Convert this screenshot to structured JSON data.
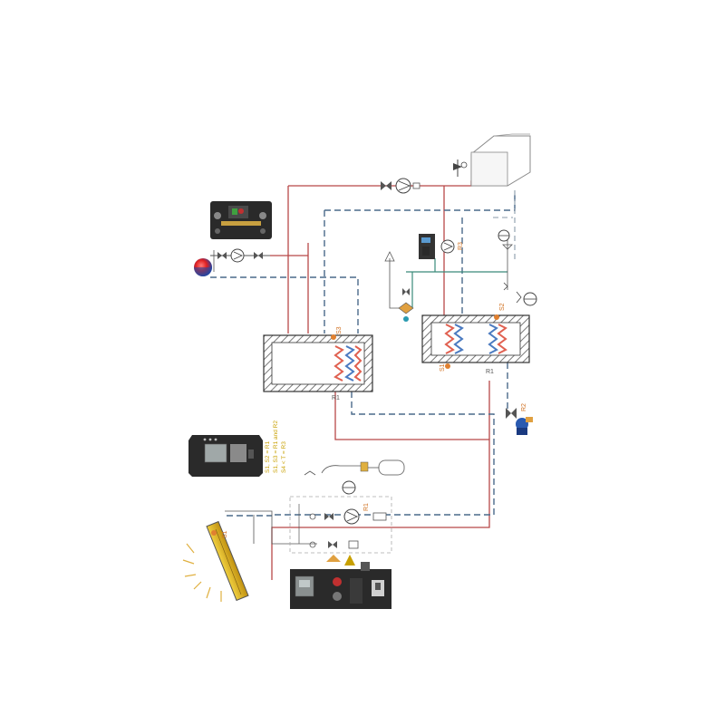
{
  "colors": {
    "hot_pipe": "#b84848",
    "cold_pipe": "#4a6a8a",
    "green_pipe": "#3a8a7a",
    "sensor": "#e08030",
    "coil_red": "#e06050",
    "coil_blue": "#4a7ac0",
    "hatch": "#777777",
    "panel_dark": "#2a2a2a"
  },
  "labels": {
    "tank_left_sensor_top": "S3",
    "tank_left_outlet": "R1",
    "tank_right_sensor_top": "S2",
    "tank_right_sensor_bottom": "S1",
    "tank_right_outlet": "R1",
    "pump_r3": "R3",
    "valve_r2": "R2",
    "collector_sensor": "S1",
    "solar_pump": "R1"
  },
  "controller_notes": [
    "S1, S2 = R1",
    "S1, S3 = R1 and R2",
    "S4 < T   = R3"
  ],
  "icons": [
    "boiler-icon",
    "pump-icon",
    "valve-icon",
    "expansion-vessel-icon",
    "controller-icon",
    "sun-icon",
    "solar-collector-icon",
    "thermostatic-mixer-icon"
  ]
}
